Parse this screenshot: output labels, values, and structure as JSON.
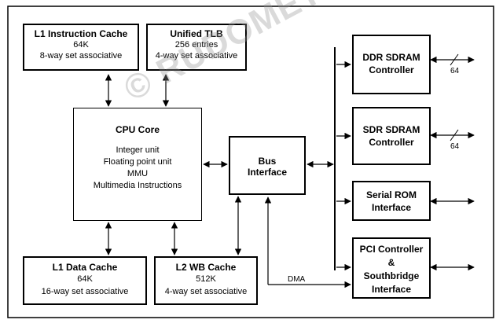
{
  "blocks": {
    "l1_instruction_cache": {
      "title": "L1 Instruction Cache",
      "lines": [
        "64K",
        "8-way set associative"
      ]
    },
    "unified_tlb": {
      "title": "Unified TLB",
      "lines": [
        "256 entries",
        "4-way set associative"
      ]
    },
    "cpu_core": {
      "title": "CPU Core",
      "lines": [
        "Integer unit",
        "Floating point unit",
        "MMU",
        "Multimedia Instructions"
      ]
    },
    "bus_interface": {
      "lines": [
        "Bus",
        "Interface"
      ]
    },
    "l1_data_cache": {
      "title": "L1 Data Cache",
      "lines": [
        "64K",
        "16-way set associative"
      ]
    },
    "l2_wb_cache": {
      "title": "L2 WB Cache",
      "lines": [
        "512K",
        "4-way set associative"
      ]
    },
    "ddr_sdram_controller": {
      "lines": [
        "DDR SDRAM",
        "Controller"
      ]
    },
    "sdr_sdram_controller": {
      "lines": [
        "SDR SDRAM",
        "Controller"
      ]
    },
    "serial_rom_interface": {
      "lines": [
        "Serial ROM",
        "Interface"
      ]
    },
    "pci_controller": {
      "lines": [
        "PCI Controller",
        "&",
        "Southbridge",
        "Interface"
      ]
    }
  },
  "labels": {
    "dma": "DMA",
    "ddr_width": "64",
    "sdr_width": "64"
  },
  "watermark": "© RUDOMETOV.COM"
}
